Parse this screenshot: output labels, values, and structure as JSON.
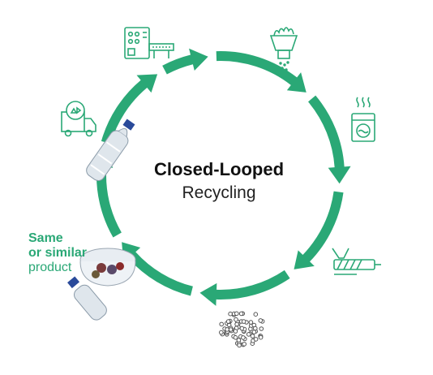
{
  "diagram": {
    "title_bold": "Closed-Looped",
    "title_sub": "Recycling",
    "result_label": {
      "line1": "Same",
      "line2": "or similar",
      "line3": "product"
    },
    "accent_color": "#2aa876",
    "icons": [
      "production-line-icon",
      "shredder-icon",
      "washing-machine-icon",
      "extruder-icon",
      "pellets-icon",
      "recycling-truck-icon",
      "plastic-bottle-icon",
      "plastic-container-icon"
    ]
  }
}
